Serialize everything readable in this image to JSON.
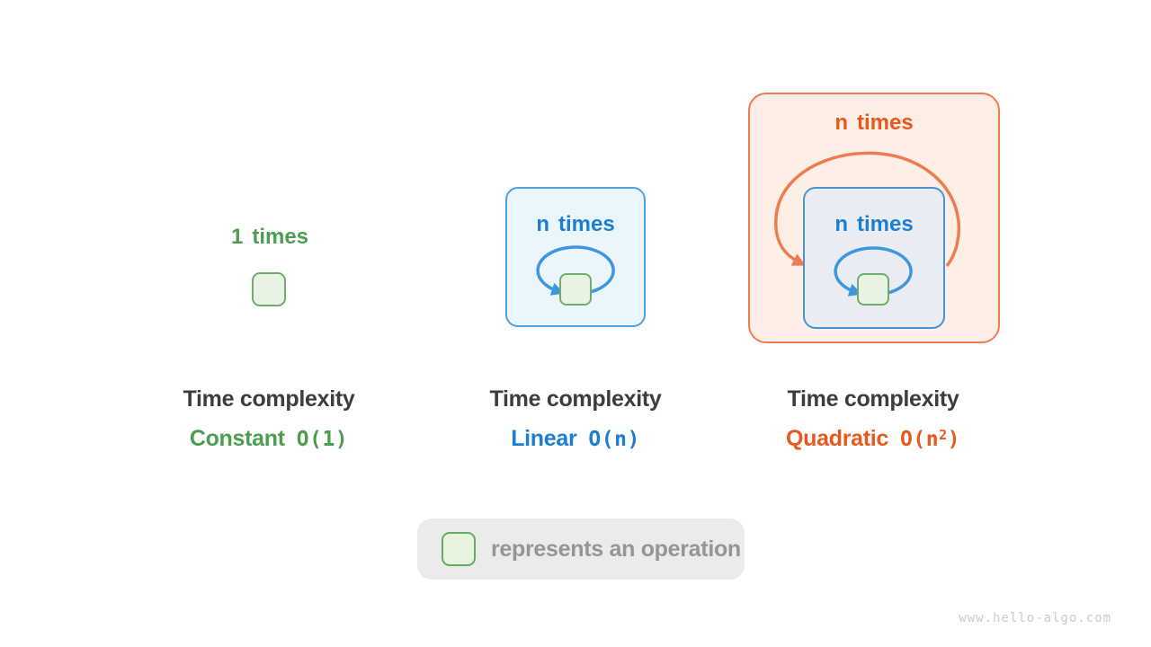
{
  "watermark": "www.hello-algo.com",
  "legend": {
    "icon": "operation-box-icon",
    "label": "represents an operation"
  },
  "colors": {
    "green_text": "#4c9d50",
    "green_border": "#6cae6a",
    "green_fill": "#e9f3e3",
    "blue_text": "#1b7ed2",
    "blue_border": "#4aa3e3",
    "blue_panel_fill": "#eaf5fc",
    "blue_inner_panel_fill": "#e9edf3",
    "blue_loop_stroke": "#3e97de",
    "orange_text": "#e8581d",
    "orange_border": "#ef7c50",
    "orange_panel_fill": "#fdeee6",
    "dark_text": "#3d3d3d",
    "legend_bg": "#ebebeb",
    "legend_text": "#959595",
    "watermark_text": "#cbcbcb"
  },
  "sections": [
    {
      "id": "constant",
      "loop_count": "1",
      "loop_word": "times",
      "title": "Time complexity",
      "complexity_name": "Constant",
      "big_o_main": "O(1)",
      "big_o_sup": "",
      "big_o_close": ""
    },
    {
      "id": "linear",
      "loop_count": "n",
      "loop_word": "times",
      "title": "Time complexity",
      "complexity_name": "Linear",
      "big_o_main": "O(n)",
      "big_o_sup": "",
      "big_o_close": ""
    },
    {
      "id": "quadratic",
      "loop_count": "n",
      "loop_word": "times",
      "inner_count": "n",
      "inner_word": "times",
      "title": "Time complexity",
      "complexity_name": "Quadratic",
      "big_o_main": "O(n",
      "big_o_sup": "2",
      "big_o_close": ")"
    }
  ]
}
